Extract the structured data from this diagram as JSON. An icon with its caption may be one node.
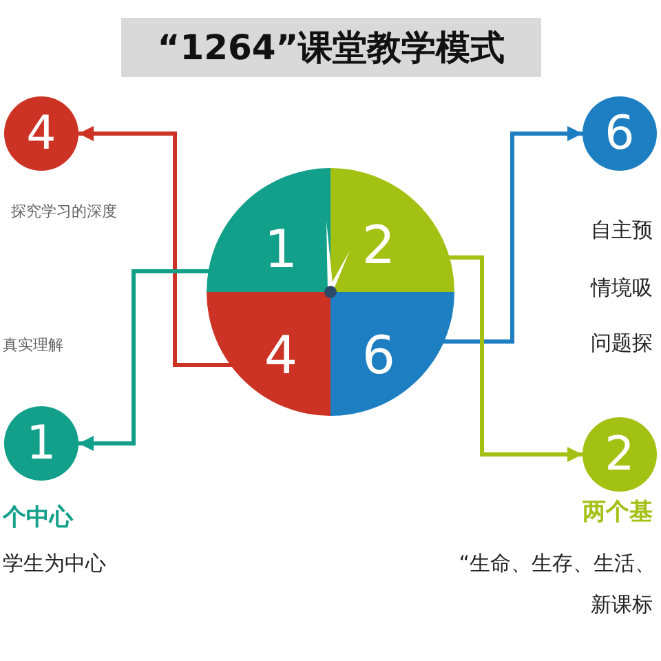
{
  "diagram": {
    "title": "“1264”课堂教学模式",
    "nodes": [
      {
        "text": [
          "4"
        ],
        "beside": [
          "探究学习的深度"
        ]
      },
      {
        "text": [
          "6"
        ],
        "beside": [
          "自主预",
          "情境吸",
          "问题探"
        ]
      },
      {
        "text": [
          "1"
        ]
      },
      {
        "text": [
          "2"
        ]
      },
      {
        "text": [
          "4"
        ]
      },
      {
        "text": [
          "6"
        ]
      },
      {
        "text": [
          "1"
        ],
        "beside": [
          "个中心",
          "学生为中心"
        ]
      },
      {
        "text": [
          "2"
        ],
        "beside": [
          "两个基",
          "“生命、生存、生活、",
          "新课标"
        ]
      }
    ],
    "edges": [
      {
        "from": 4,
        "to": 0,
        "arrow": "to",
        "color": "#cc3324"
      },
      {
        "from": 5,
        "to": 1,
        "arrow": "to",
        "color": "#1d7fc1"
      },
      {
        "from": 2,
        "to": 6,
        "arrow": "to",
        "color": "#12a08a"
      },
      {
        "from": 3,
        "to": 7,
        "arrow": "to",
        "color": "#a2c113"
      }
    ],
    "labels": [
      "真实理解"
    ]
  }
}
